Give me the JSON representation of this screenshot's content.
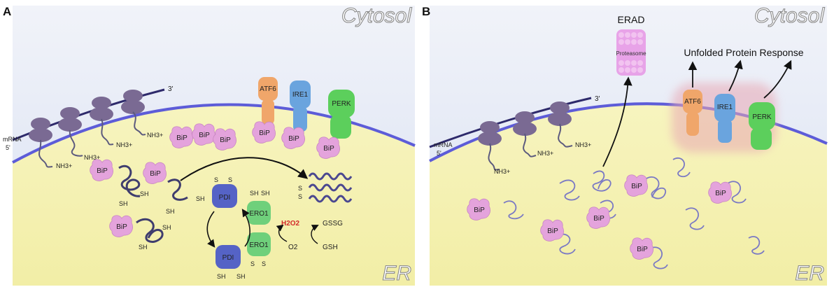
{
  "panels": [
    {
      "id": "A",
      "letter": "A",
      "cytosol_label": "Cytosol",
      "er_label": "ER",
      "mrna": "mRNA",
      "five_prime": "5'",
      "three_prime": "3'",
      "nterm": "NH3+",
      "bip": "BiP",
      "atf6": "ATF6",
      "ire1": "IRE1",
      "perk": "PERK",
      "pdi": "PDI",
      "ero1": "ERO1",
      "sh": "SH",
      "s": "S",
      "h2o2": "H2O2",
      "o2": "O2",
      "gssg": "GSSG",
      "gsh": "GSH"
    },
    {
      "id": "B",
      "letter": "B",
      "cytosol_label": "Cytosol",
      "er_label": "ER",
      "mrna": "mRNA",
      "five_prime": "5'",
      "three_prime": "3'",
      "nterm": "NH3+",
      "bip": "BiP",
      "atf6": "ATF6",
      "ire1": "IRE1",
      "perk": "PERK",
      "erad": "ERAD",
      "proteasome": "Proteasome",
      "upr": "Unfolded Protein Response"
    }
  ],
  "colors": {
    "cytosol_top": "#dfe6f5",
    "er_fill": "#f6f3b4",
    "membrane": "#5d5cd8",
    "ribosome": "#7a6a93",
    "bip": "#e4a3dc",
    "atf6": "#f0a66a",
    "ire1": "#6aa4de",
    "perk": "#5ccf5c",
    "pdi": "#5563c6",
    "ero1": "#6fd07b",
    "proteasome": "#e79ae6",
    "h2o2": "#d32a2a",
    "upr_glow": "#e8a8b4"
  }
}
